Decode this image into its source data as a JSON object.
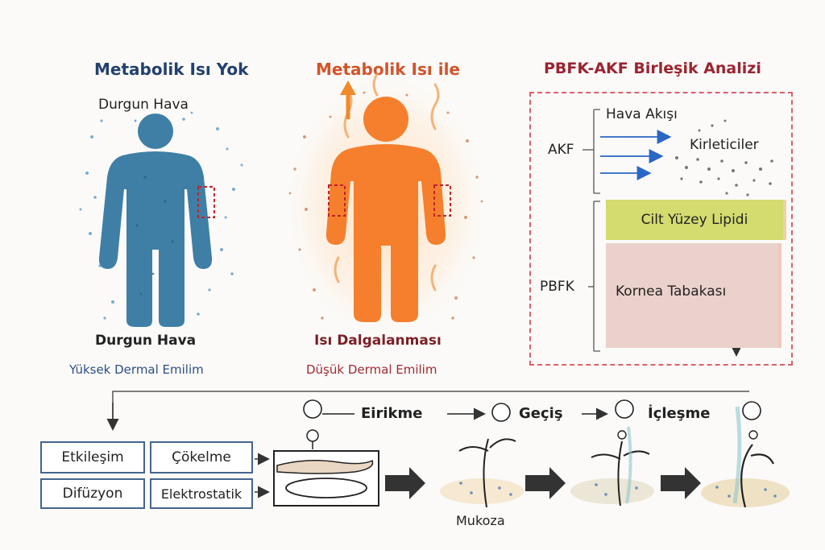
{
  "left_panel": {
    "title": "Metabolik Isı Yok",
    "top_label": "Durgun Hava",
    "bottom_label": "Durgun Hava",
    "sub_label": "Yüksek Dermal Emilim"
  },
  "middle_panel": {
    "title": "Metabolik Isı ile",
    "bottom_label": "Isı Dalgalanması",
    "sub_label": "Düşük Dermal Emilim"
  },
  "right_panel": {
    "title": "PBFK-AKF Birleşik Analizi",
    "akf_label": "AKF",
    "pbfk_label": "PBFK",
    "airflow_label": "Hava Akışı",
    "pollutants_label": "Kirleticiler",
    "lipid_label": "Cilt Yüzey Lipidi",
    "cornea_label": "Kornea Tabakası"
  },
  "process": {
    "boxes": [
      "Etkileşim",
      "Çökelme",
      "Difüzyon",
      "Elektrostatik"
    ],
    "stages": [
      "Eirikme",
      "Geçiş",
      "İçleşme"
    ],
    "mucosa_label": "Mukoza"
  },
  "colors": {
    "blue_figure": "#3f7fa6",
    "orange_figure": "#f57f2c",
    "panel_border": "#d9606a",
    "lipid": "#d4db6f",
    "cornea": "#ebd1cb"
  }
}
